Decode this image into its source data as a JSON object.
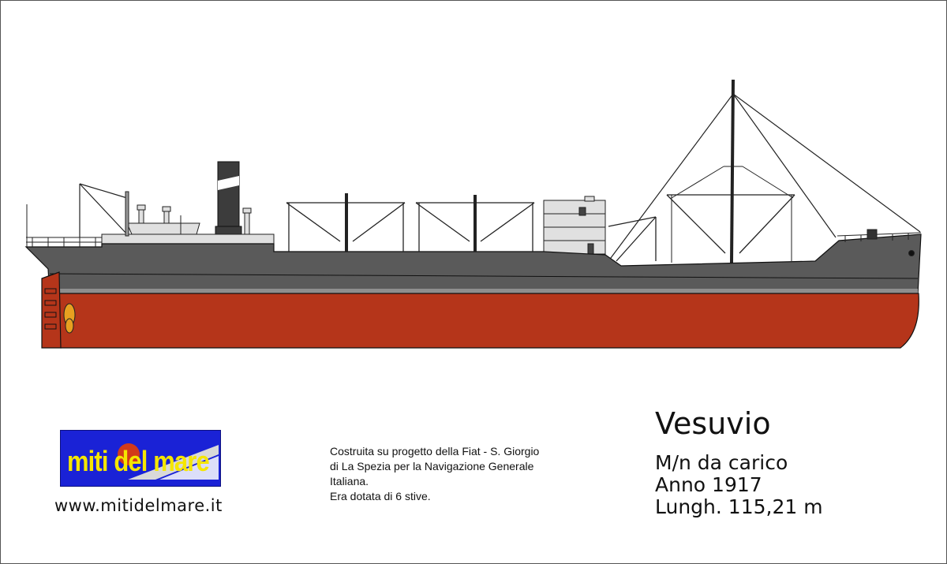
{
  "ship": {
    "name": "Vesuvio",
    "hull_color": "#b5351a",
    "upper_hull_color": "#5a5a5a",
    "superstructure_color": "#e0e0e0"
  },
  "logo": {
    "text": "miti del mare",
    "bg_color": "#1a22d6",
    "text_color": "#f5e600"
  },
  "website": "www.mitidelmare.it",
  "description": [
    "Costruita su progetto della Fiat - S. Giorgio",
    "di La Spezia per la Navigazione Generale",
    "Italiana.",
    "Era dotata di 6 stive."
  ],
  "specs": [
    "M/n da carico",
    "Anno 1917",
    "Lungh. 115,21 m"
  ]
}
